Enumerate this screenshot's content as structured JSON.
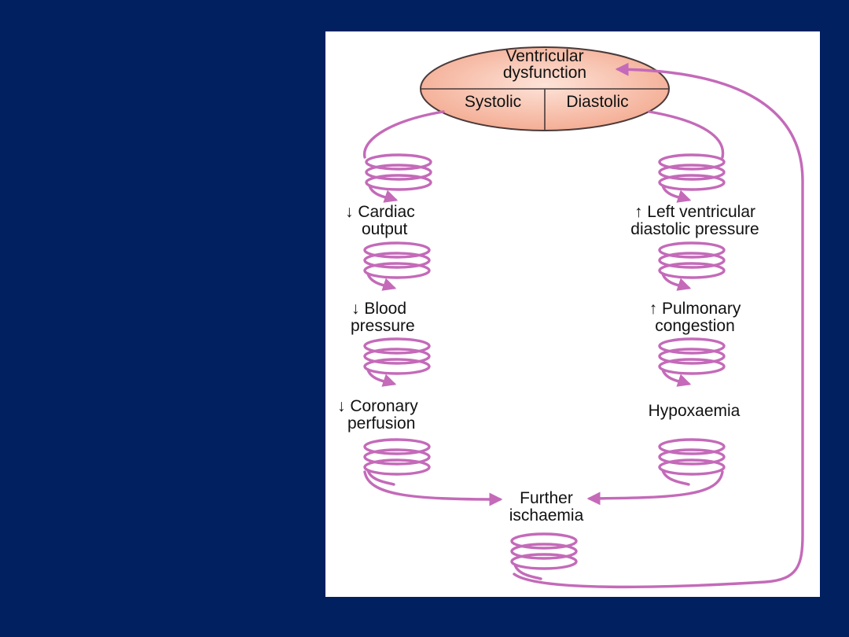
{
  "colors": {
    "background": "#002060",
    "panel": "#ffffff",
    "arrow": "#c46ab9",
    "ellipse_fill_center": "#fde3d8",
    "ellipse_fill_edge": "#f3a98f",
    "ellipse_stroke": "#4a3a3a",
    "text": "#111111"
  },
  "diagram": {
    "top_node": {
      "line1": "Ventricular",
      "line2": "dysfunction",
      "left_segment": "Systolic",
      "right_segment": "Diastolic"
    },
    "left_chain": [
      {
        "line1": "↓ Cardiac",
        "line2": "output"
      },
      {
        "line1": "↓ Blood",
        "line2": "pressure"
      },
      {
        "line1": "↓ Coronary",
        "line2": "perfusion"
      }
    ],
    "right_chain": [
      {
        "line1": "↑ Left ventricular",
        "line2": "diastolic pressure"
      },
      {
        "line1": "↑ Pulmonary",
        "line2": "congestion"
      },
      {
        "line1": "Hypoxaemia",
        "line2": ""
      }
    ],
    "bottom_node": {
      "line1": "Further",
      "line2": "ischaemia"
    }
  }
}
